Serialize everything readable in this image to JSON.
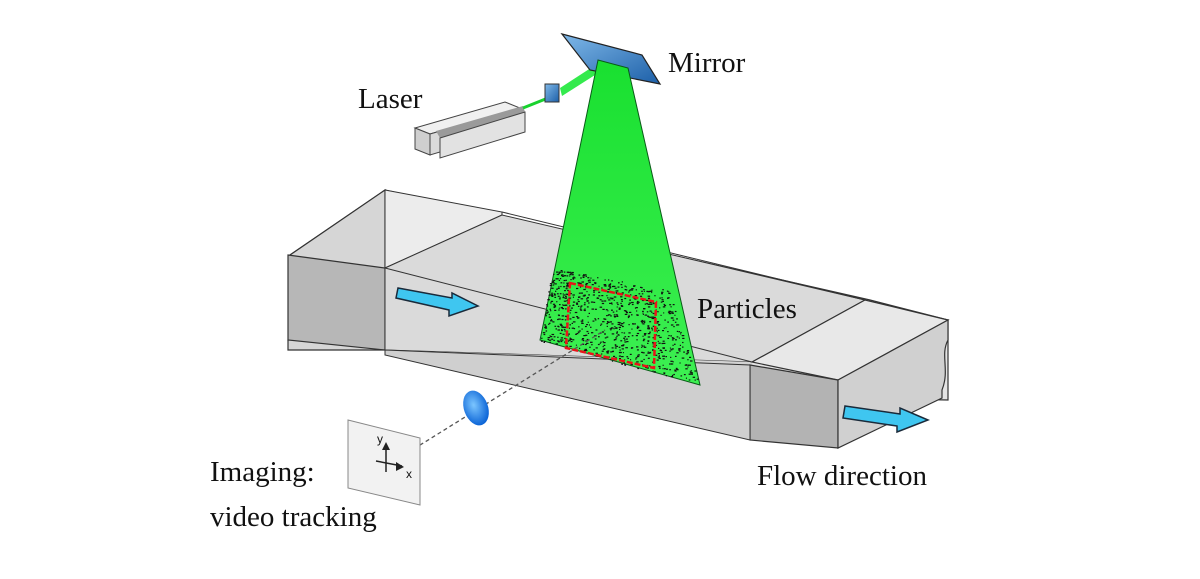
{
  "labels": {
    "laser": "Laser",
    "mirror": "Mirror",
    "particles": "Particles",
    "imaging_line1": "Imaging:",
    "imaging_line2": "video tracking",
    "flow_direction": "Flow direction"
  },
  "axes": {
    "x": "x",
    "y": "y"
  },
  "colors": {
    "beam": "#1ee83a",
    "beam_edge": "#0c6a1c",
    "arrow": "#3fc6f0",
    "lens": "#1f8fe8",
    "roi_box": "#e8141a",
    "channel_top": "#e6e6e6",
    "channel_side": "#c9c9c9",
    "block_front": "#bdbdbd",
    "mirror": "#2f8fd8"
  },
  "icons": [
    "laser-icon",
    "mirror-icon",
    "lens-icon",
    "camera-sensor-icon",
    "flow-arrow-icon"
  ]
}
